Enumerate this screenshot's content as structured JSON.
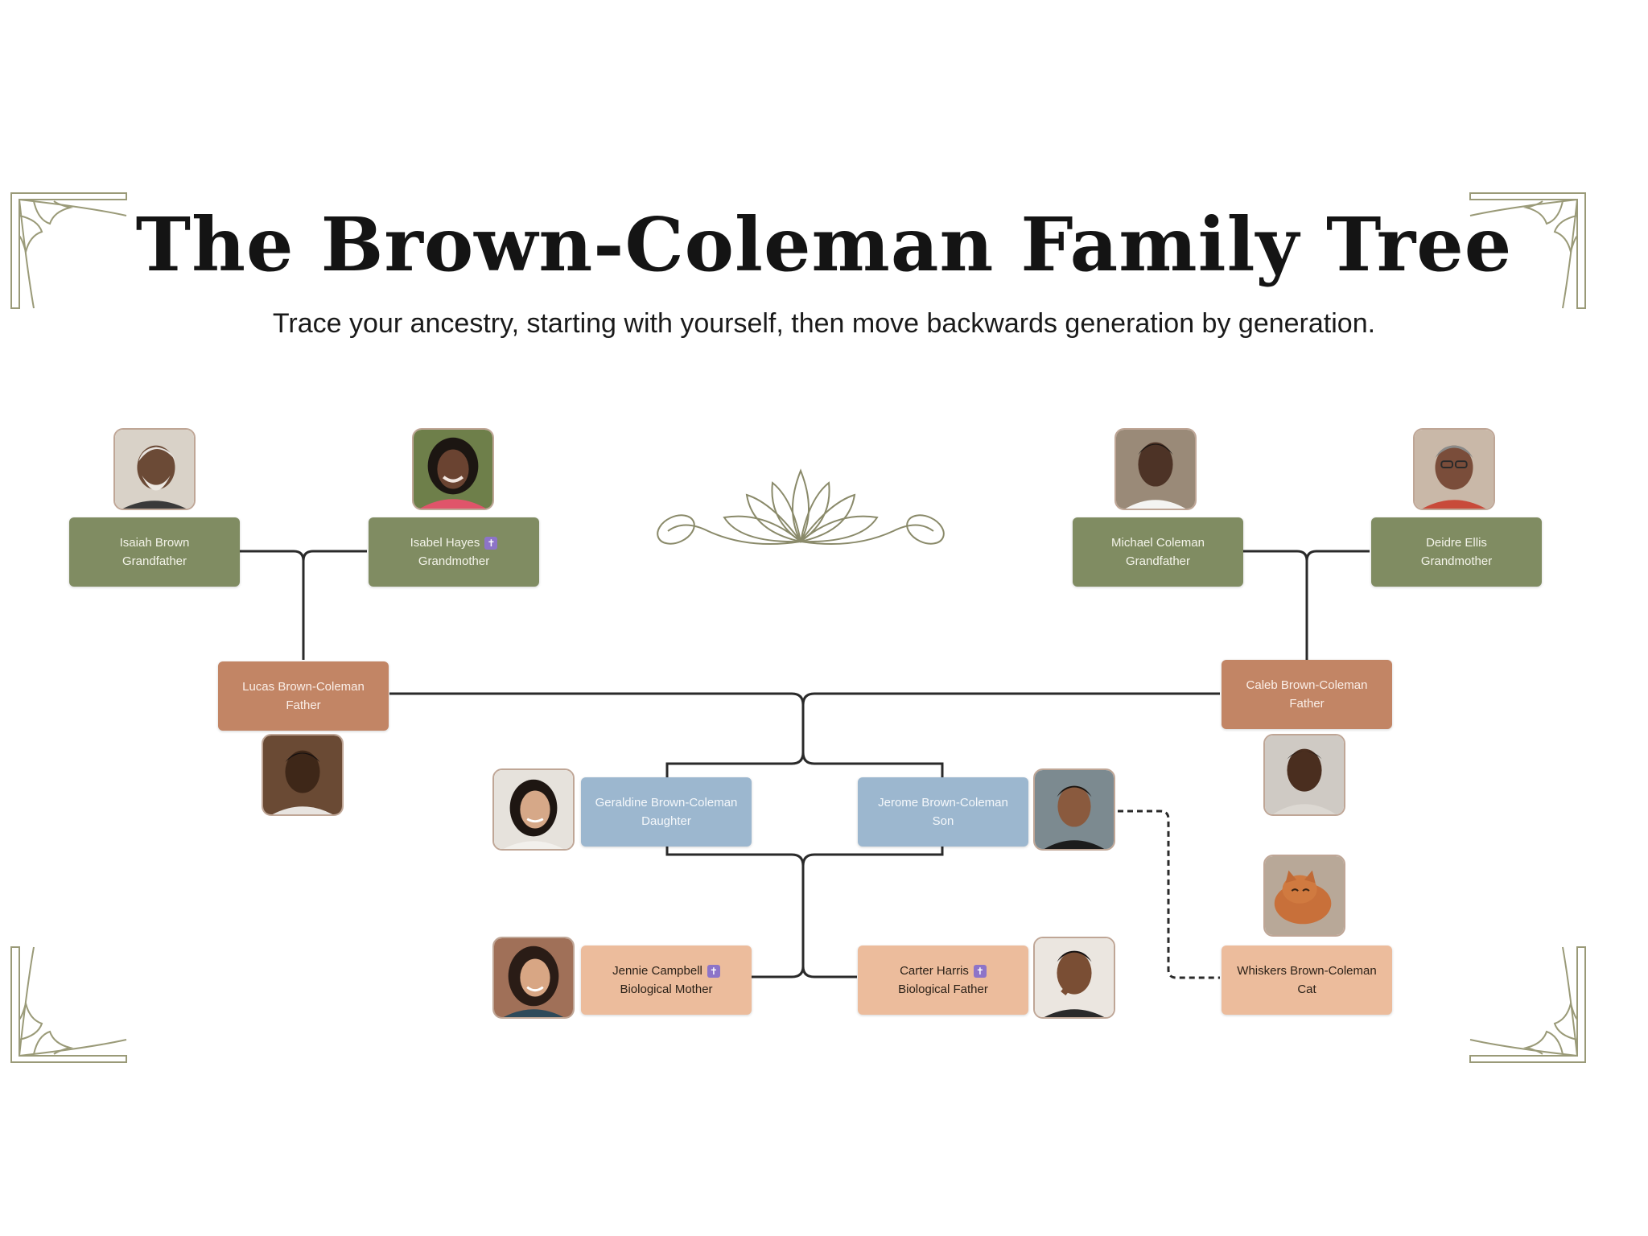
{
  "title": "The Brown-Coleman Family Tree",
  "subtitle": "Trace your ancestry, starting with yourself, then move backwards generation by generation.",
  "colors": {
    "grandparent": "#808c62",
    "parent": "#c28565",
    "child": "#9cb7cf",
    "biological": "#ecbc9c",
    "deceased_badge": "#8d74c8",
    "ornament": "#8a8a6a"
  },
  "people": {
    "isaiah": {
      "name": "Isaiah Brown",
      "role": "Grandfather"
    },
    "isabel": {
      "name": "Isabel Hayes",
      "role": "Grandmother",
      "deceased": true
    },
    "michael": {
      "name": "Michael Coleman",
      "role": "Grandfather"
    },
    "deidre": {
      "name": "Deidre Ellis",
      "role": "Grandmother"
    },
    "lucas": {
      "name": "Lucas Brown-Coleman",
      "role": "Father"
    },
    "caleb": {
      "name": "Caleb Brown-Coleman",
      "role": "Father"
    },
    "geraldine": {
      "name": "Geraldine Brown-Coleman",
      "role": "Daughter"
    },
    "jerome": {
      "name": "Jerome Brown-Coleman",
      "role": "Son"
    },
    "jennie": {
      "name": "Jennie Campbell",
      "role": "Biological Mother",
      "deceased": true
    },
    "carter": {
      "name": "Carter Harris",
      "role": "Biological Father",
      "deceased": true
    },
    "whiskers": {
      "name": "Whiskers Brown-Coleman",
      "role": "Cat"
    }
  },
  "icons": {
    "deceased": "cross-icon",
    "ornament": "lotus-icon",
    "corners": "corner-flourish-icon"
  }
}
